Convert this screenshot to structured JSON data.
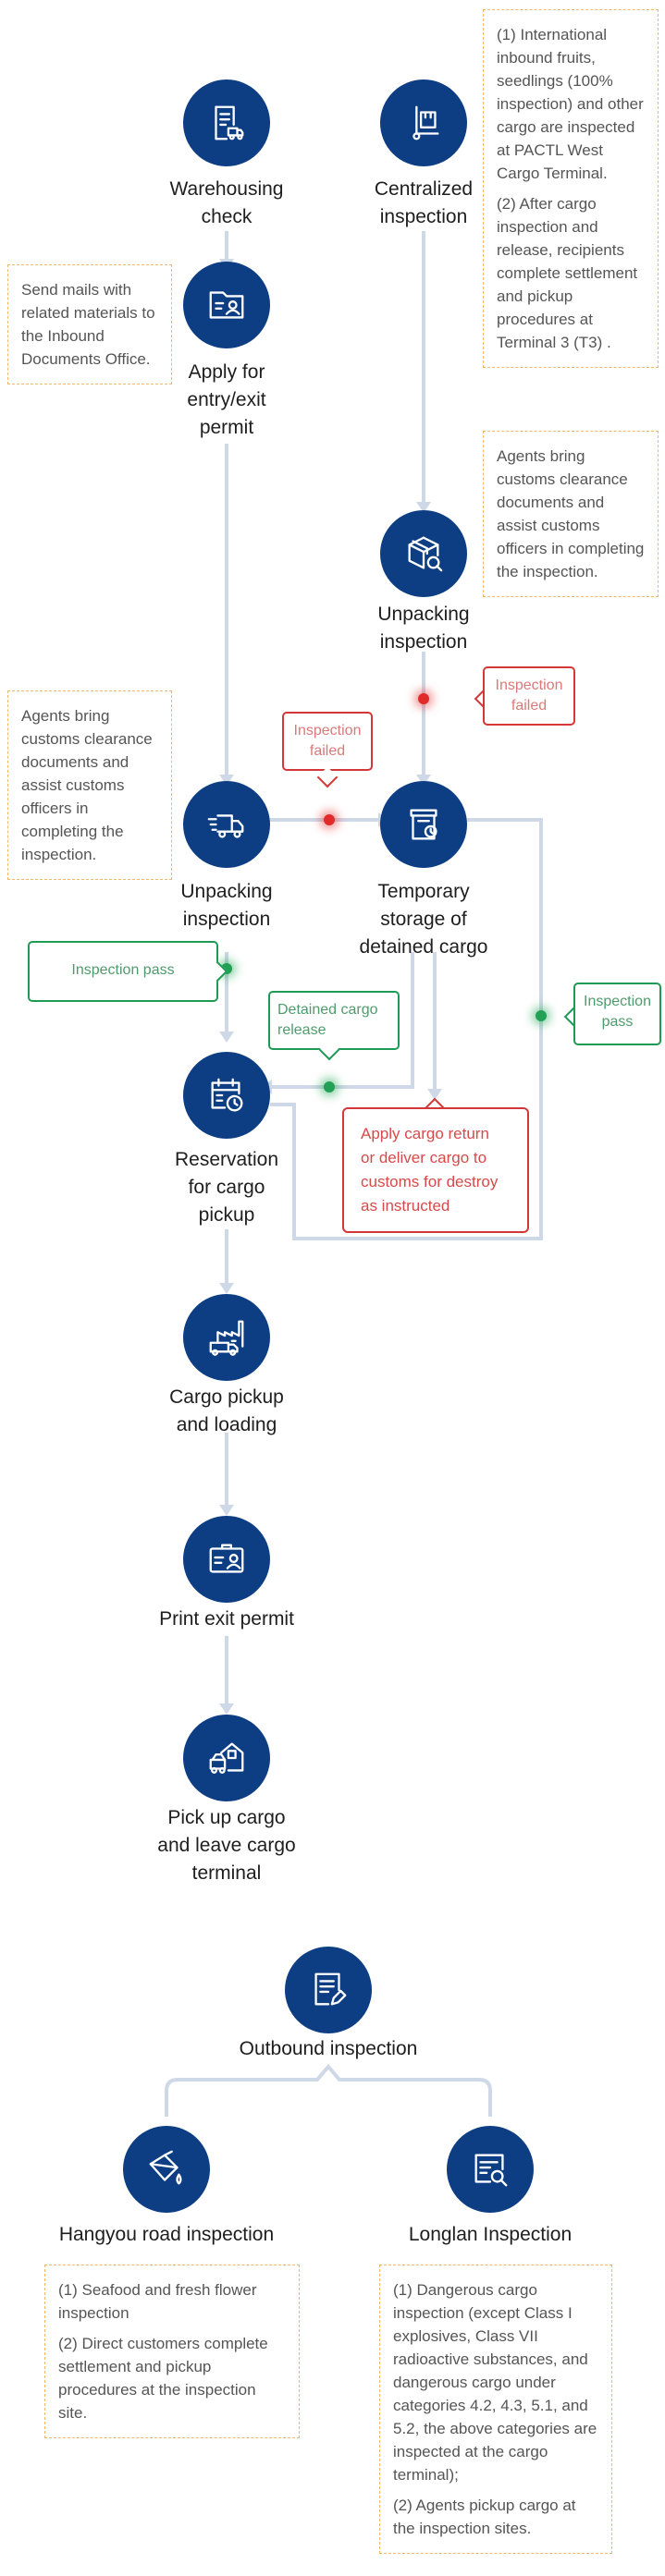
{
  "colors": {
    "node_fill": "#0d3e84",
    "flow_line": "#cfd8e6",
    "note_border": "#f0b86a",
    "fail_red": "#d43737",
    "pass_green": "#1f9a55"
  },
  "inbound": {
    "warehousing": {
      "label": "Warehousing\ncheck",
      "icon": "document-truck-icon"
    },
    "centralized": {
      "label": "Centralized\ninspection",
      "icon": "package-hand-icon"
    },
    "apply_permit": {
      "label": "Apply for\nentry/exit\npermit",
      "icon": "id-folder-icon"
    },
    "unpacking_top": {
      "label": "Unpacking\ninspection",
      "icon": "box-search-icon"
    },
    "unpacking_left": {
      "label": "Unpacking\ninspection",
      "icon": "delivery-truck-icon"
    },
    "temporary_storage": {
      "label": "Temporary\nstorage of\ndetained cargo",
      "icon": "storage-box-icon"
    },
    "reservation": {
      "label": "Reservation\nfor cargo\npickup",
      "icon": "calendar-clock-icon"
    },
    "pickup_loading": {
      "label": "Cargo pickup\nand loading",
      "icon": "factory-truck-icon"
    },
    "print_permit": {
      "label": "Print exit permit",
      "icon": "id-card-icon"
    },
    "leave_terminal": {
      "label": "Pick up cargo\nand leave cargo\nterminal",
      "icon": "truck-home-icon"
    }
  },
  "notes": {
    "send_mails": "Send mails with related materials to the Inbound Documents Office.",
    "centralized_1": "(1) International inbound fruits, seedlings (100% inspection) and other cargo are inspected at PACTL West Cargo Terminal.",
    "centralized_2": "(2) After cargo inspection and release, recipients complete settlement and pickup procedures at Terminal 3 (T3) .",
    "agents_top": "Agents bring customs clearance documents and assist customs officers in completing the inspection.",
    "agents_left": "Agents bring customs clearance documents and assist customs officers in completing the inspection."
  },
  "tags": {
    "fail_top": "Inspection\nfailed",
    "fail_mid": "Inspection\nfailed",
    "pass_left": "Inspection pass",
    "detained_release": "Detained cargo\nrelease",
    "pass_right": "Inspection\npass",
    "return_destroy": "Apply cargo return\nor deliver cargo to\ncustoms for destroy\nas instructed"
  },
  "outbound": {
    "title": "Outbound inspection",
    "title_icon": "document-edit-icon",
    "hangyou": {
      "label": "Hangyou road inspection",
      "icon": "paint-bucket-icon",
      "note_1": "(1) Seafood and fresh flower inspection",
      "note_2": "(2) Direct customers complete settlement and pickup procedures at the inspection site."
    },
    "longlan": {
      "label": "Longlan Inspection",
      "icon": "document-search-icon",
      "note_1": "(1) Dangerous cargo inspection (except Class I explosives, Class VII radioactive substances, and dangerous cargo under categories 4.2, 4.3, 5.1, and 5.2, the above categories are inspected at the cargo terminal);",
      "note_2": "(2) Agents pickup cargo at the inspection sites."
    }
  }
}
